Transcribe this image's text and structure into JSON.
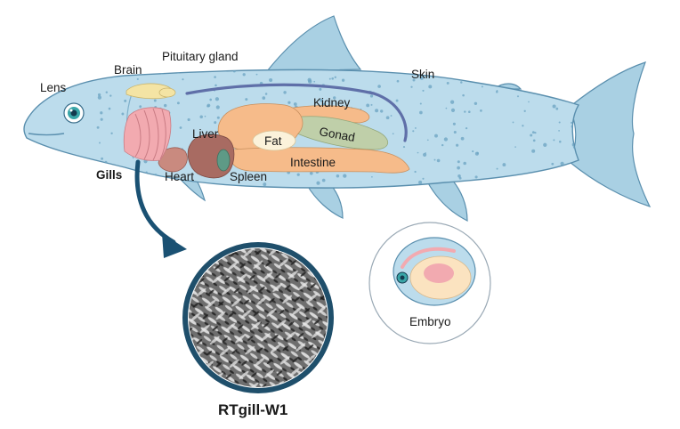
{
  "colors": {
    "body": "#bcdcec",
    "body_stroke": "#5a8fae",
    "fin": "#a9d0e3",
    "spots": "#6fa6c4",
    "vessel": "#5f6fa8",
    "organ": "#f6bb8a",
    "gonad": "#bfcfa9",
    "fat": "#fbf2da",
    "liver": "#a86b62",
    "heart": "#c98a7f",
    "spleen": "#5e9a86",
    "gills": "#f2aab0",
    "brain": "#f4e4a4",
    "arrow": "#1a5173",
    "cell_ring": "#1f4f6b",
    "embryo_ring": "#9aa9b5"
  },
  "labels": {
    "lens": "Lens",
    "brain": "Brain",
    "pituitary": "Pituitary gland",
    "skin": "Skin",
    "kidney": "Kidney",
    "gonad": "Gonad",
    "liver": "Liver",
    "fat": "Fat",
    "intestine": "Intestine",
    "gills": "Gills",
    "heart": "Heart",
    "spleen": "Spleen",
    "embryo": "Embryo",
    "cell_line": "RTgill-W1"
  }
}
